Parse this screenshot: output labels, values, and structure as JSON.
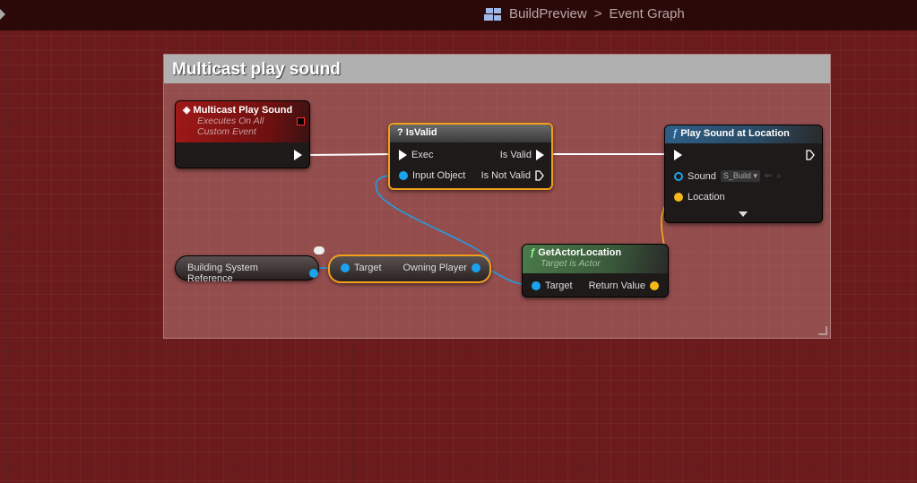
{
  "header": {
    "breadcrumb_blueprint": "BuildPreview",
    "breadcrumb_separator": ">",
    "breadcrumb_graph": "Event Graph"
  },
  "comment": {
    "title": "Multicast play sound"
  },
  "nodes": {
    "event": {
      "title": "Multicast Play Sound",
      "subtitle1": "Executes On All",
      "subtitle2": "Custom Event"
    },
    "isvalid": {
      "title": "IsValid",
      "icon": "?",
      "exec": "Exec",
      "input": "Input Object",
      "is_valid": "Is Valid",
      "is_not_valid": "Is Not Valid"
    },
    "playsound": {
      "title": "Play Sound at Location",
      "sound_label": "Sound",
      "sound_value": "S_Build",
      "location_label": "Location"
    },
    "ref": {
      "title": "Building System Reference"
    },
    "owning": {
      "target": "Target",
      "output": "Owning Player"
    },
    "getloc": {
      "title": "GetActorLocation",
      "subtitle": "Target is Actor",
      "target": "Target",
      "return": "Return Value"
    }
  },
  "colors": {
    "exec_wire": "#ffffff",
    "object_wire": "#1aa3ef",
    "vector_wire": "#f5b81a",
    "selection": "#f2a01a"
  }
}
